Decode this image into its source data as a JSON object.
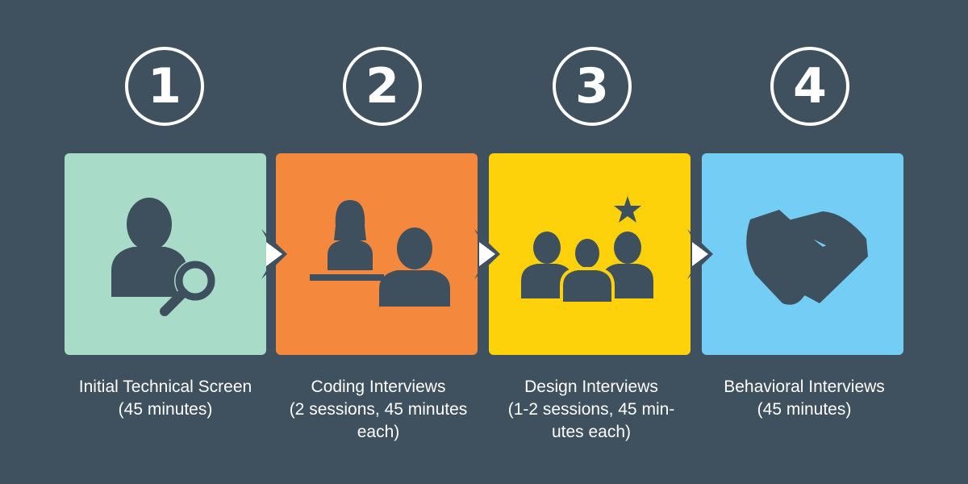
{
  "steps": [
    {
      "number": "1",
      "title": "Initial Technical Screen",
      "detail_lines": [
        "(45 minutes)"
      ],
      "color": "#a8dbc8",
      "icon": "person-search-icon"
    },
    {
      "number": "2",
      "title": "Coding Interviews",
      "detail_lines": [
        "(2 sessions, 45 minutes",
        "each)"
      ],
      "color": "#f4883c",
      "icon": "interviewer-candidate-icon"
    },
    {
      "number": "3",
      "title": "Design Interviews",
      "detail_lines": [
        "(1-2 sessions, 45 min-",
        "utes each)"
      ],
      "color": "#fdd20a",
      "icon": "group-star-icon"
    },
    {
      "number": "4",
      "title": "Behavioral Interviews",
      "detail_lines": [
        "(45 minutes)"
      ],
      "color": "#74cdf4",
      "icon": "handshake-icon"
    }
  ],
  "colors": {
    "background": "#3f505e",
    "icon": "#3e4f5d",
    "arrow": "#ffffff"
  }
}
